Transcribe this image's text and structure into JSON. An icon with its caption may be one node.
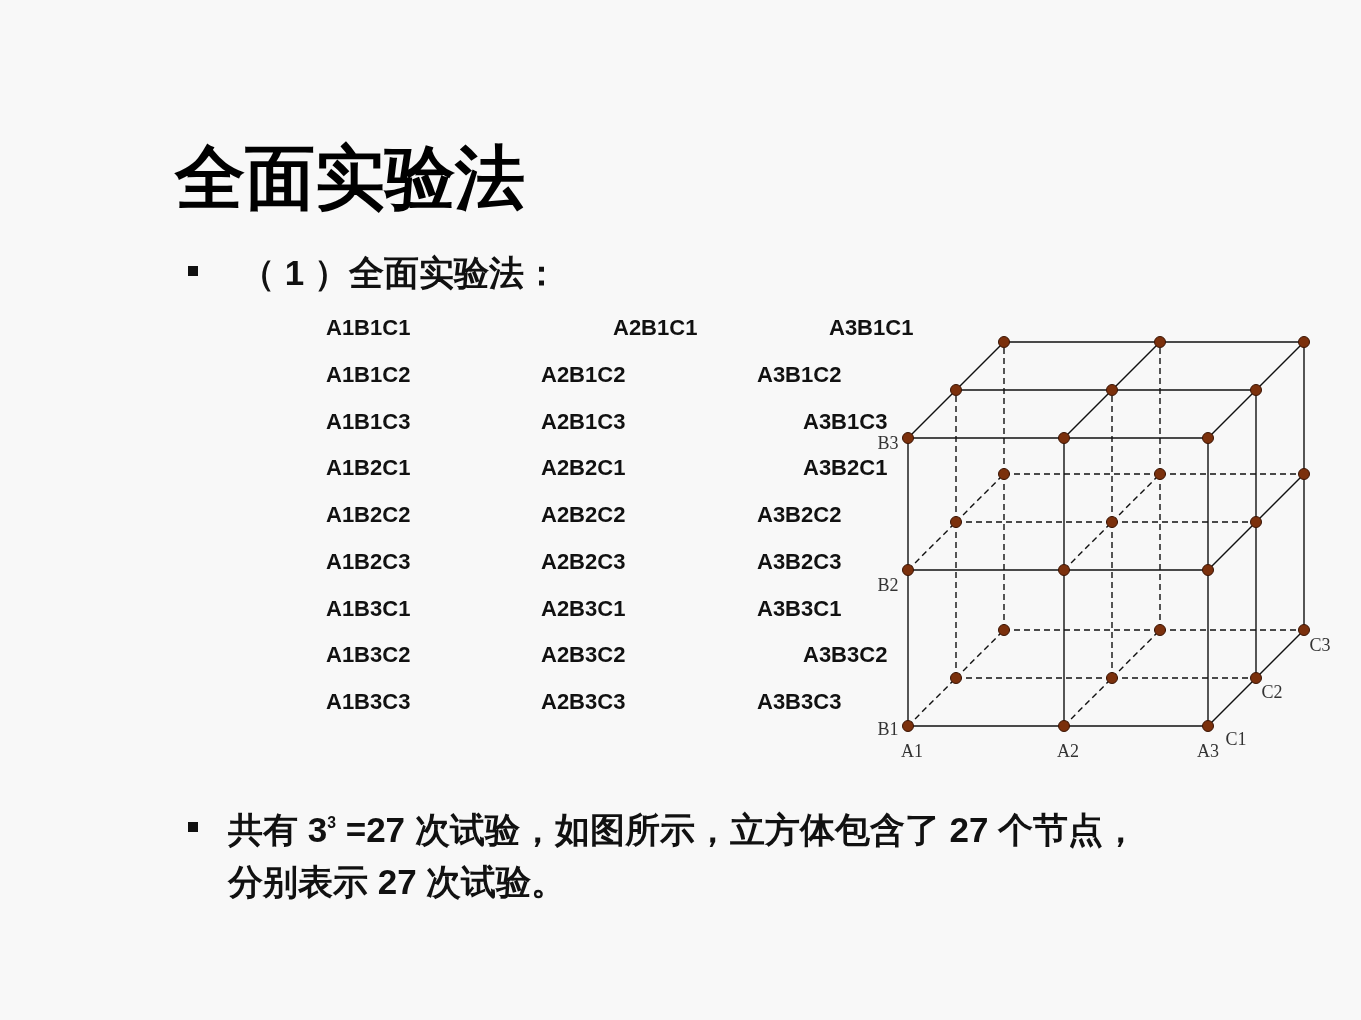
{
  "diagram": {
    "title": "全面实验法",
    "labels": [
      "（ 1 ）全面实验法：",
      "A1B1C1",
      "A2B1C1",
      "A3B1C1",
      "A1B1C2",
      "A2B1C2",
      "A3B1C2",
      "A1B1C3",
      "A2B1C3",
      "A3B1C3",
      "A1B2C1",
      "A2B2C1",
      "A3B2C1",
      "A1B2C2",
      "A2B2C2",
      "A3B2C2",
      "A1B2C3",
      "A2B2C3",
      "A3B2C3",
      "A1B3C1",
      "A2B3C1",
      "A3B3C1",
      "A1B3C2",
      "A2B3C2",
      "A3B3C2",
      "A1B3C3",
      "A2B3C3",
      "A3B3C3",
      "A1",
      "A2",
      "A3",
      "B1",
      "B2",
      "B3",
      "C1",
      "C2",
      "C3",
      "共有 3$^{3}$ =27 次试验，如图所示，立方体包含了 27 个节点，分别表示 27 次试验。"
    ]
  }
}
